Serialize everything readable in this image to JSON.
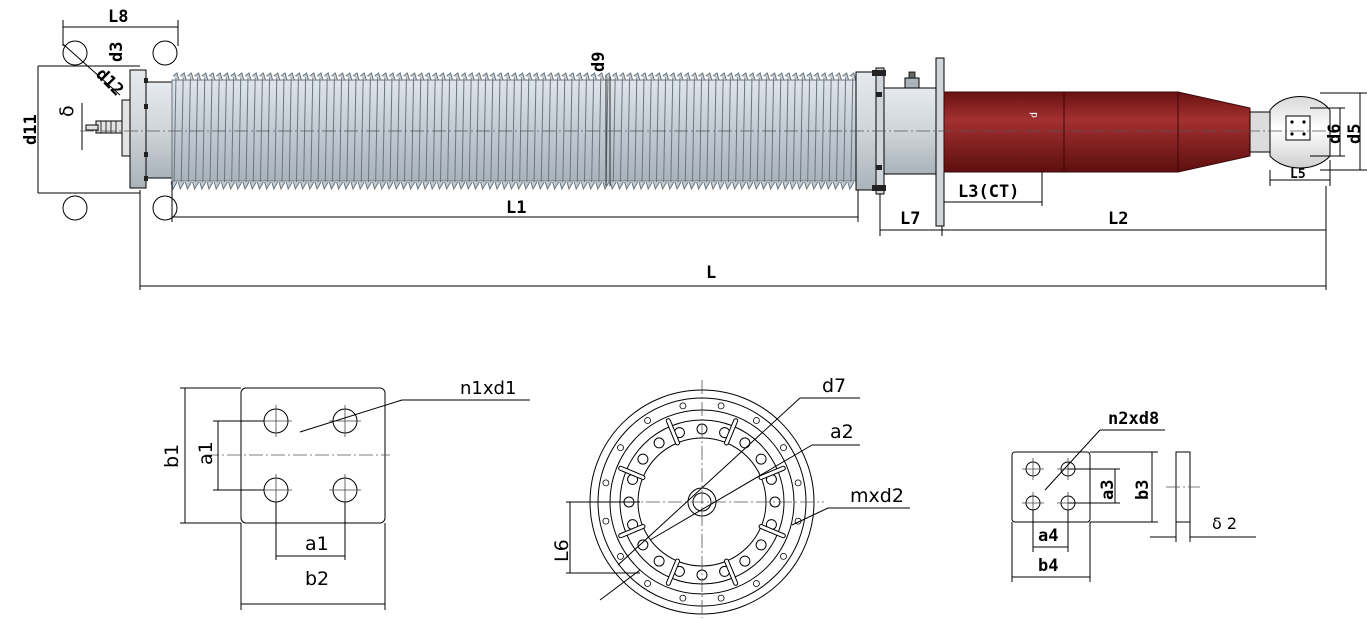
{
  "labels": {
    "L8": "L8",
    "d3": "d3",
    "d12": "d12",
    "d11": "d11",
    "delta": "δ",
    "d9": "d9",
    "d": "d",
    "d6": "d6",
    "d5": "d5",
    "L5": "L5",
    "L3": "L3(CT)",
    "L1": "L1",
    "L7": "L7",
    "L2": "L2",
    "L": "L",
    "n1xd1": "n1xd1",
    "b1": "b1",
    "a1_v": "a1",
    "a1_h": "a1",
    "b2": "b2",
    "d7": "d7",
    "a2": "a2",
    "mxd2": "mxd2",
    "L6": "L6",
    "n2xd8": "n2xd8",
    "a3": "a3",
    "b3": "b3",
    "a4": "a4",
    "b4": "b4",
    "delta2": "δ 2"
  },
  "colors": {
    "porcelain": "#c2cbd3",
    "porcelain_dark": "#7f8a94",
    "flange": "#cfd5da",
    "tank": "#8b1a1a",
    "tank_dark": "#5e0f0f",
    "tank_light": "#a83030",
    "shield": "#f2f2f2"
  }
}
